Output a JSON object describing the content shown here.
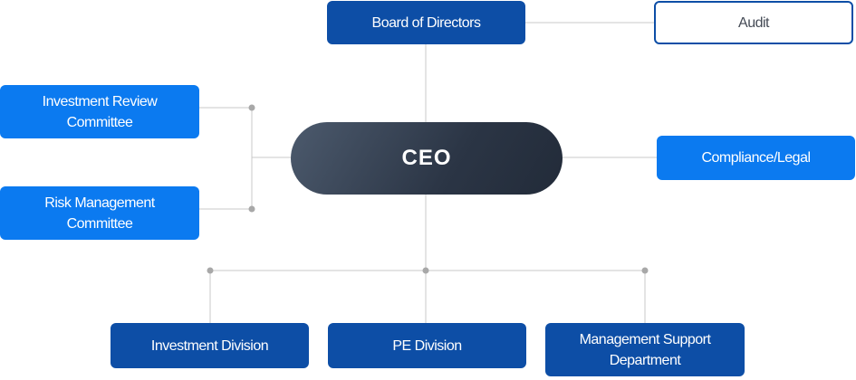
{
  "colors": {
    "dark_blue": "#0d4ea6",
    "bright_blue": "#0b7af0",
    "ceo_fill": "#2e3747",
    "connector": "#c8c8c8",
    "node_dot": "#a8a8a8"
  },
  "nodes": {
    "board": "Board of Directors",
    "audit": "Audit",
    "ceo": "CEO",
    "investment_review": "Investment Review\nCommittee",
    "risk_management": "Risk Management\nCommittee",
    "compliance": "Compliance/Legal",
    "investment_division": "Investment Division",
    "pe_division": "PE Division",
    "management_support": "Management Support\nDepartment"
  }
}
